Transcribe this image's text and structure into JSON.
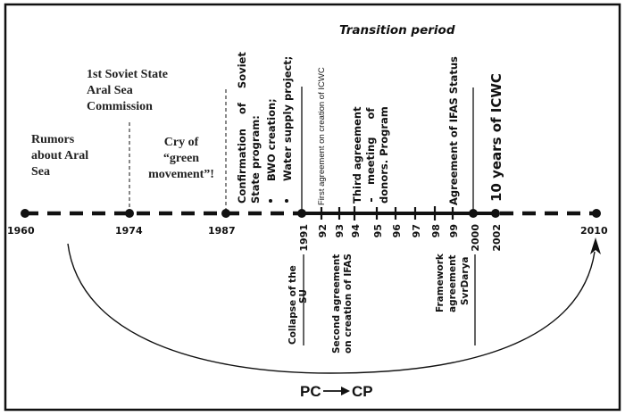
{
  "title_band": "Transition period",
  "years": {
    "y1960": "1960",
    "y1974": "1974",
    "y1987": "1987",
    "y1991": "1991",
    "y92": "92",
    "y93": "93",
    "y94": "94",
    "y95": "95",
    "y96": "96",
    "y97": "97",
    "y98": "98",
    "y99": "99",
    "y2000": "2000",
    "y2002": "2002",
    "y2010": "2010"
  },
  "events": {
    "rumors": [
      "Rumors",
      "about Aral",
      "Sea"
    ],
    "commission": [
      "1st Soviet State",
      "Aral Sea",
      "Commission"
    ],
    "green": [
      "Cry of",
      "“green",
      "movement”!"
    ],
    "confirmation": [
      "Confirmation    of    Soviet",
      "State program:",
      "BWO creation;",
      "Water supply project;"
    ],
    "collapse": [
      "Collapse of the",
      "SU"
    ],
    "first_icwc": "First agreement on creation of ICWC",
    "second_ifas": [
      "Second agreement",
      "on creation of IFAS"
    ],
    "third": [
      "Third agreement",
      "meeting     of",
      "donors. Program"
    ],
    "ifas_status": "Agreement of IFAS Status",
    "framework": [
      "Framework",
      "agreement",
      "SvrDarya"
    ],
    "icwc10": "10 years of ICWC"
  },
  "transition": {
    "from": "PC",
    "to": "CP"
  }
}
